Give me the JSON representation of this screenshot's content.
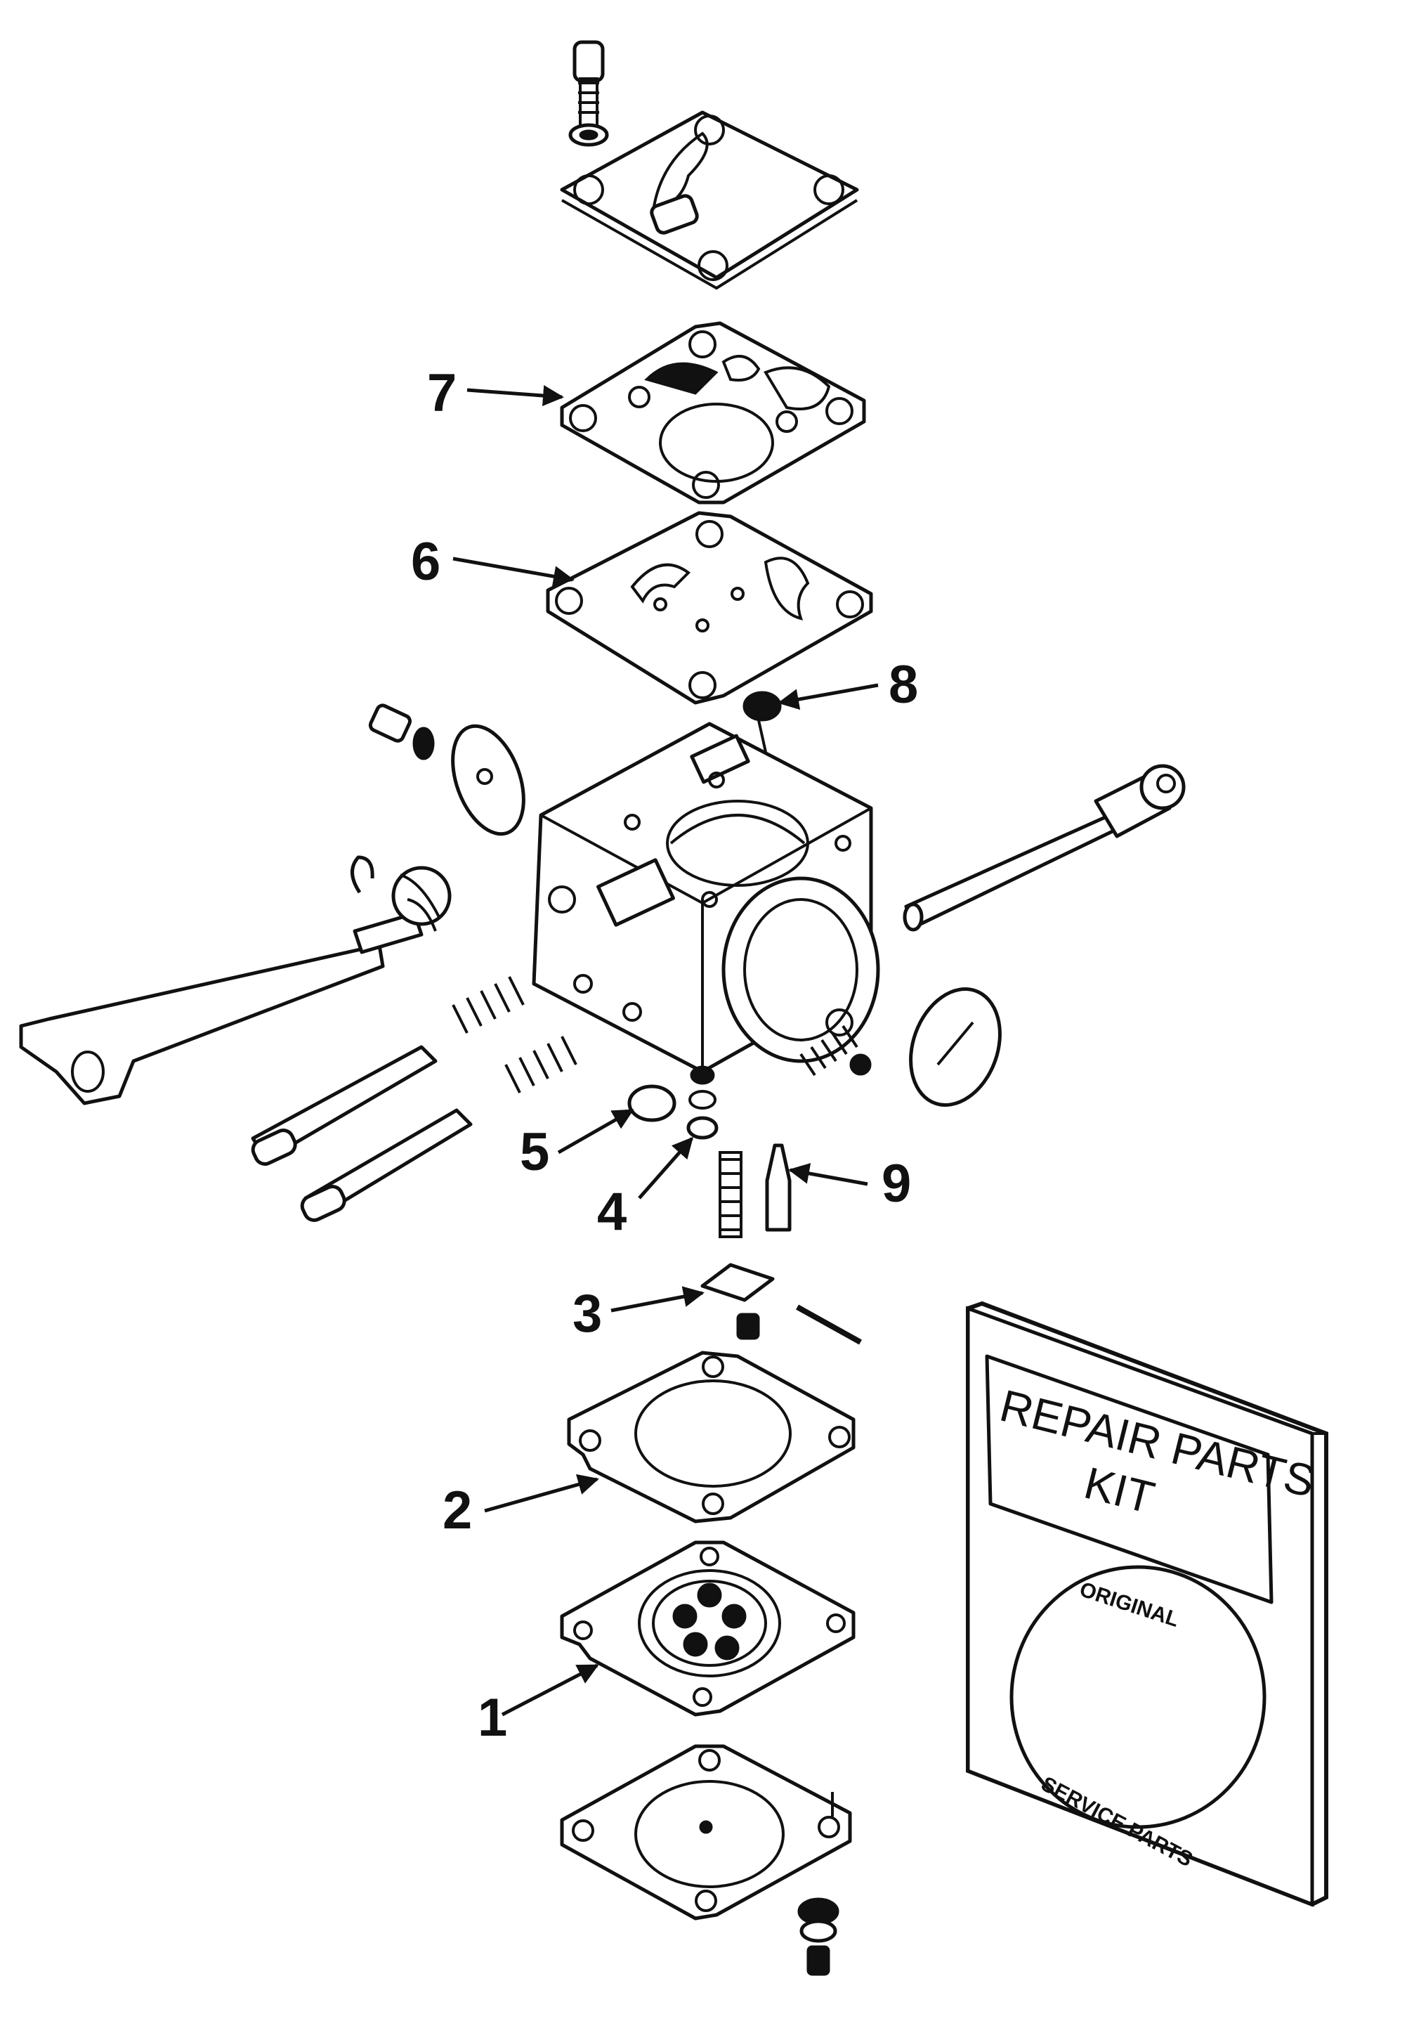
{
  "callouts": [
    {
      "id": "1",
      "label": "1"
    },
    {
      "id": "2",
      "label": "2"
    },
    {
      "id": "3",
      "label": "3"
    },
    {
      "id": "4",
      "label": "4"
    },
    {
      "id": "5",
      "label": "5"
    },
    {
      "id": "6",
      "label": "6"
    },
    {
      "id": "7",
      "label": "7"
    },
    {
      "id": "8",
      "label": "8"
    },
    {
      "id": "9",
      "label": "9"
    }
  ],
  "repair_kit": {
    "title_line1": "REPAIR PARTS",
    "title_line2": "KIT",
    "seal_top": "ORIGINAL",
    "seal_bottom": "SERVICE PARTS"
  }
}
